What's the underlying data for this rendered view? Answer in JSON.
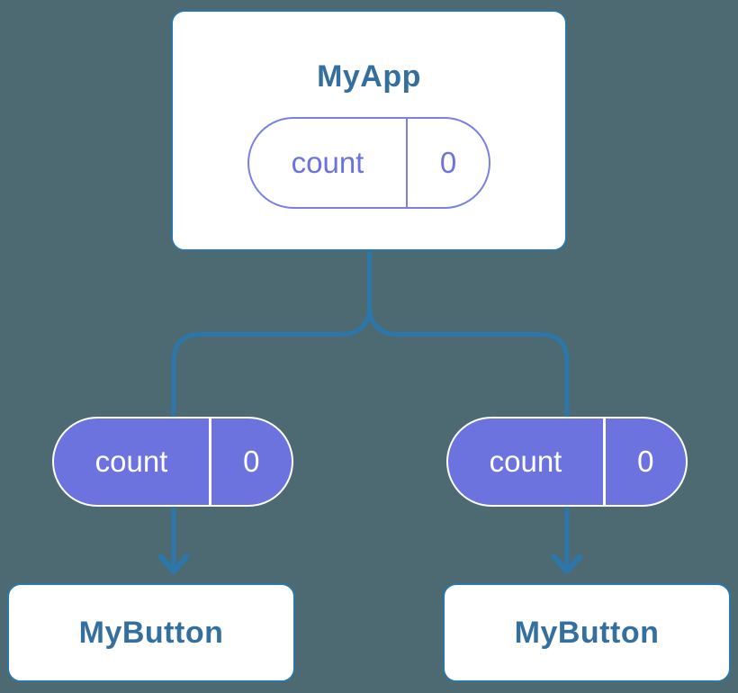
{
  "colors": {
    "canvas_bg": "#4d6a73",
    "connector": "#2c76a9",
    "component_text": "#346f9e",
    "pill_purple": "#6c72de",
    "pill_outline": "#7a7fe3",
    "card_bg": "#ffffff",
    "pill_text_light": "#ffffff"
  },
  "root_component": {
    "title": "MyApp",
    "state": {
      "name": "count",
      "value": "0"
    }
  },
  "children": [
    {
      "title": "MyButton",
      "prop": {
        "name": "count",
        "value": "0"
      }
    },
    {
      "title": "MyButton",
      "prop": {
        "name": "count",
        "value": "0"
      }
    }
  ]
}
